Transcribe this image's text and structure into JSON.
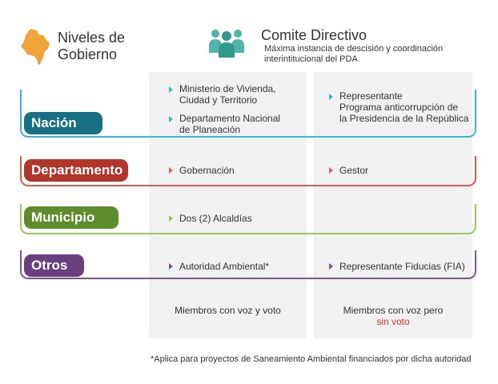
{
  "header": {
    "levels_title": "Niveles de\nGobierno",
    "comite_title": "Comite Directivo",
    "comite_subtitle": "Máxima instancia de descisión y coordinación interintitucional del PDA"
  },
  "levels": [
    {
      "label": "Nación",
      "color": "#3cb6d4",
      "pill_color": "#176f81"
    },
    {
      "label": "Departamento",
      "color": "#e15a4a",
      "pill_color": "#b1352a"
    },
    {
      "label": "Municipio",
      "color": "#9cc75a",
      "pill_color": "#5f8c2a"
    },
    {
      "label": "Otros",
      "color": "#7d5495",
      "pill_color": "#6a3f7e"
    }
  ],
  "members": {
    "nacion_col1_a": "Ministerio de Vivienda,\nCiudad y Territorio",
    "nacion_col1_b": "Departamento Nacional\nde Planeación",
    "nacion_col2": "Representante\nPrograma anticorrupción de\nla Presidencia de la República",
    "depto_col1": "Gobernación",
    "depto_col2": "Gestor",
    "muni_col1": "Dos (2) Alcaldías",
    "otros_col1": "Autoridad Ambiental*",
    "otros_col2": "Representante Fiducias (FIA)"
  },
  "columns": {
    "col1_footer": "Miembros con voz y voto",
    "col2_footer_a": "Miembros con voz pero",
    "col2_footer_b": "sin voto"
  },
  "footnote": "*Aplica para proyectos de Saneamiento Ambiental financiados por dicha autoridad",
  "icons": {
    "map": "colombia-map-icon",
    "people": "people-group-icon"
  }
}
